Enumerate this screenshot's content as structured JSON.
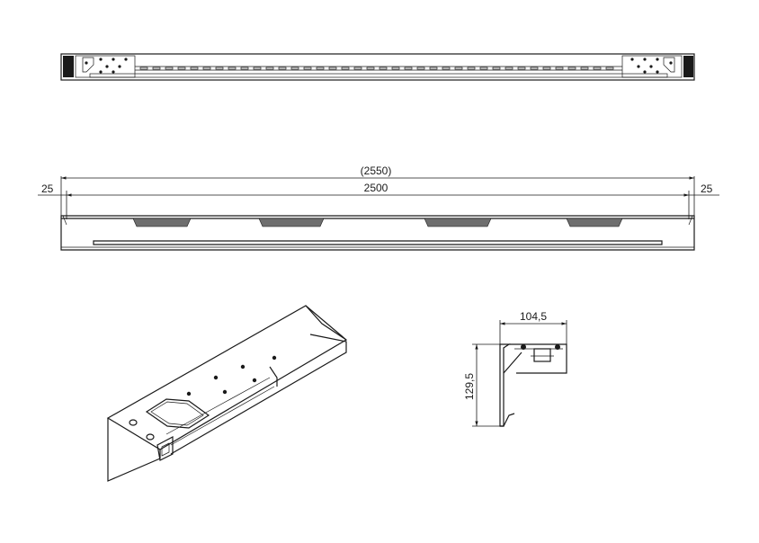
{
  "drawing": {
    "top_view": {},
    "front_view": {
      "overall_dimension": "(2550)",
      "main_dimension": "2500",
      "left_offset": "25",
      "right_offset": "25"
    },
    "isometric_view": {},
    "section_view": {
      "width_dimension": "104,5",
      "height_dimension": "129,5"
    }
  }
}
